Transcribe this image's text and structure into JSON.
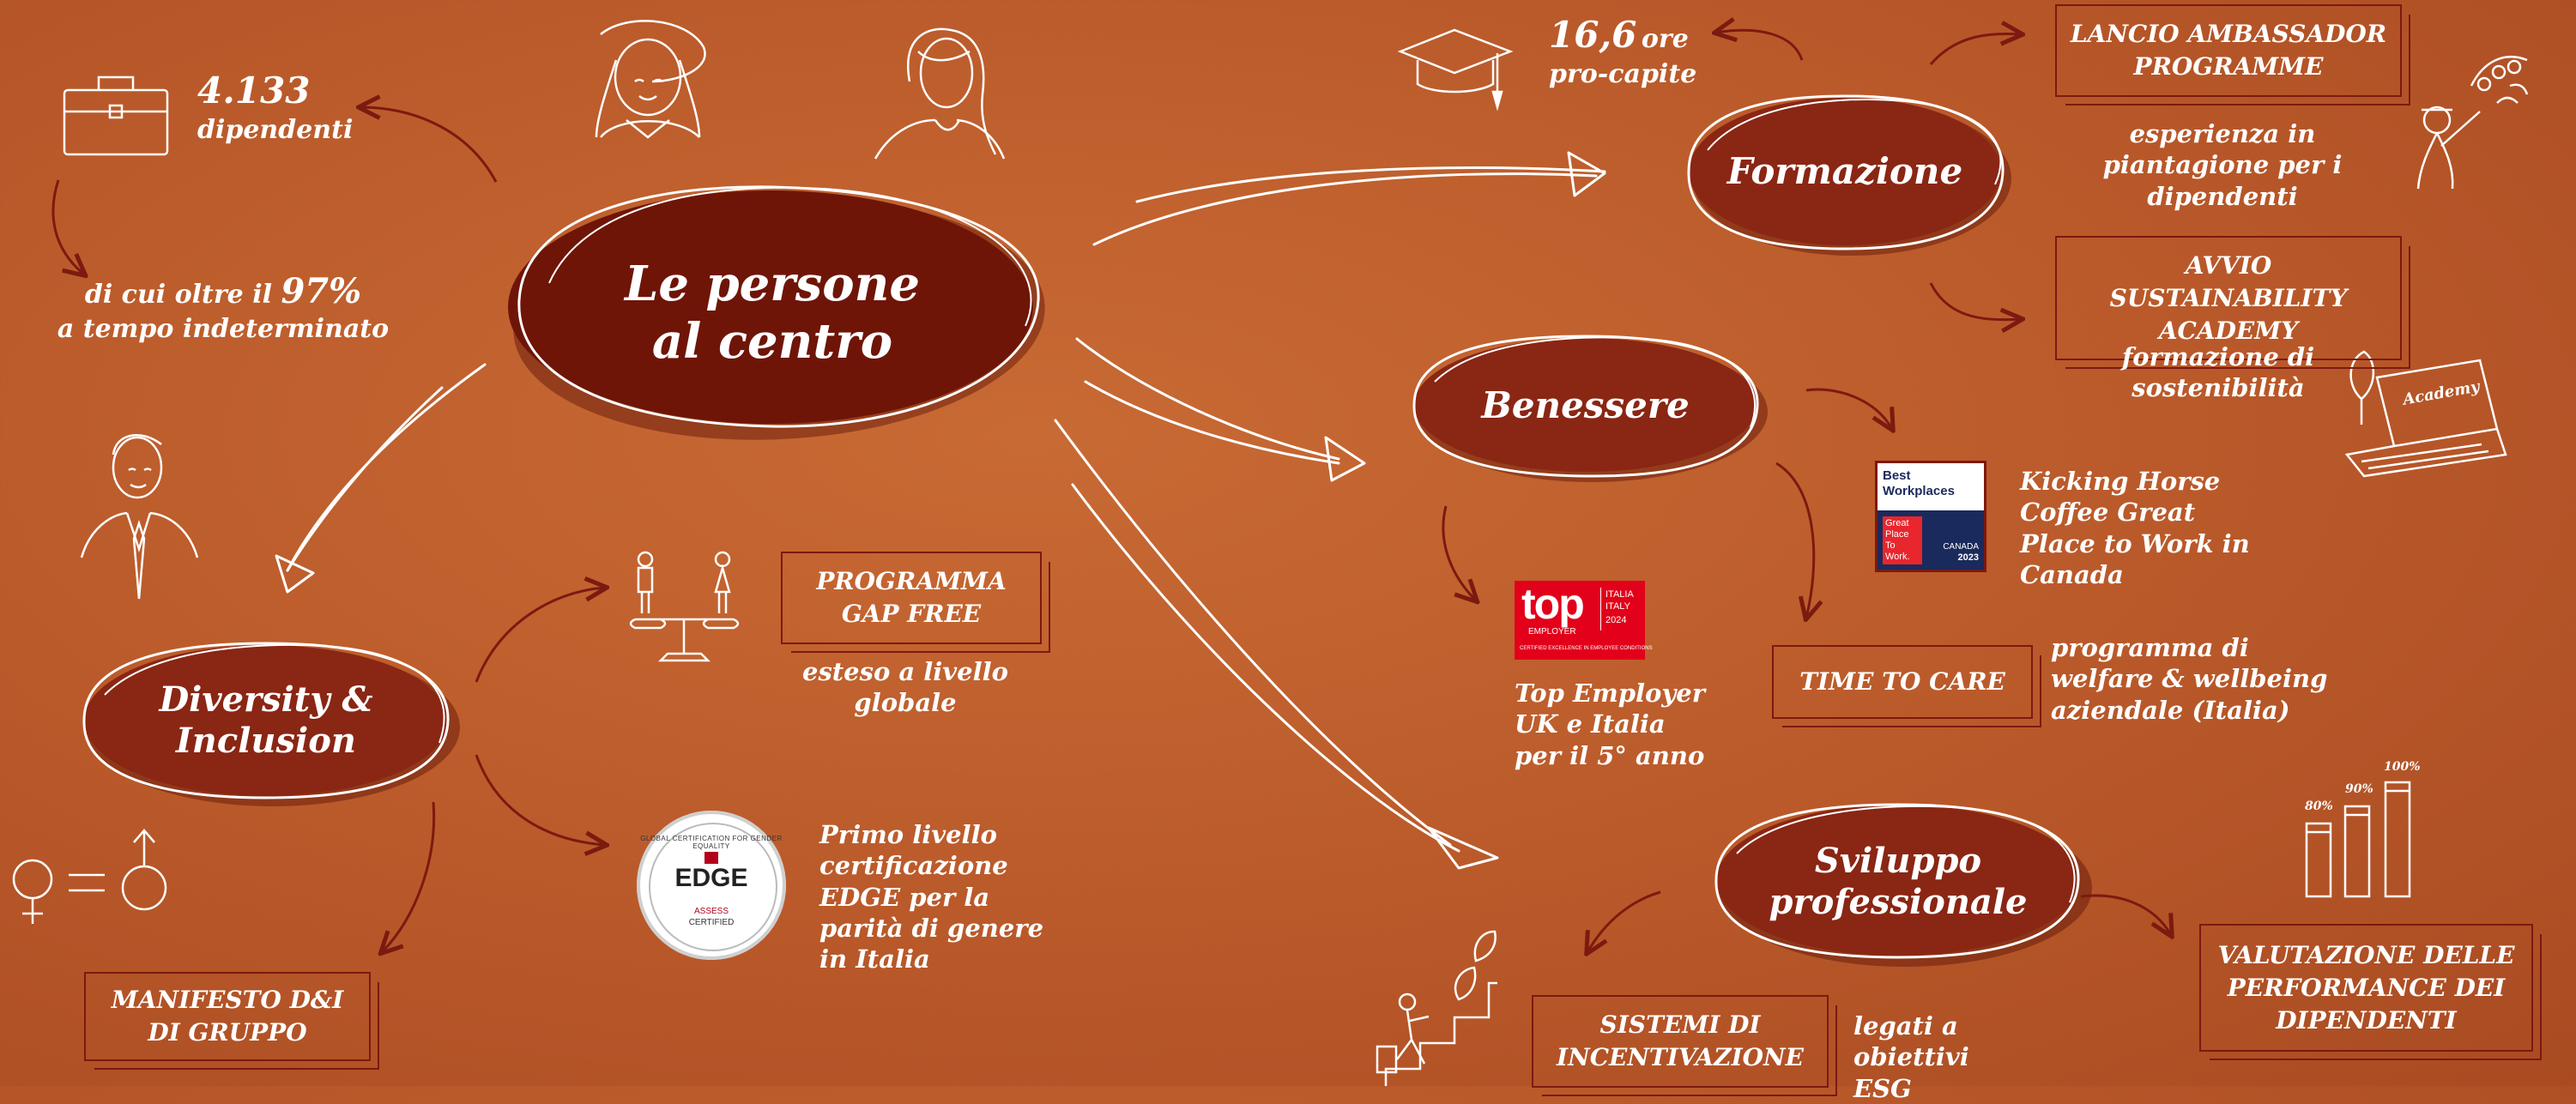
{
  "center": {
    "title": "Le persone al centro"
  },
  "hubs": {
    "formazione": "Formazione",
    "benessere": "Benessere",
    "diversity": "Diversity & Inclusion",
    "sviluppo": "Sviluppo professionale"
  },
  "stats": {
    "employees_num": "4.133",
    "employees_label": "dipendenti",
    "permanent_prefix": "di cui oltre il",
    "permanent_pct": "97%",
    "permanent_suffix": "a tempo indeterminato",
    "hours_num": "16,6",
    "hours_unit": "ore",
    "hours_label": "pro-capite"
  },
  "formazione": {
    "ambassador_box": "LANCIO AMBASSADOR PROGRAMME",
    "ambassador_desc": "esperienza in piantagione per i dipendenti",
    "academy_box": "AVVIO SUSTAINABILITY ACADEMY",
    "academy_desc": "formazione di sostenibilità",
    "laptop_word": "Academy"
  },
  "benessere": {
    "bw_logo": {
      "line1": "Best",
      "line2": "Workplaces",
      "gp1": "Great",
      "gp2": "Place",
      "gp3": "To",
      "gp4": "Work.",
      "country": "CANADA",
      "year": "2023"
    },
    "kicking_horse": "Kicking Horse Coffee Great Place to Work in Canada",
    "top_logo": {
      "brand": "top",
      "sub": "EMPLOYER",
      "country1": "ITALIA",
      "country2": "ITALY",
      "year": "2024",
      "tagline": "CERTIFIED EXCELLENCE IN EMPLOYEE CONDITIONS"
    },
    "top_employer": "Top Employer UK e Italia per il 5° anno",
    "time_to_care_box": "TIME TO CARE",
    "time_to_care_desc": "programma di welfare & wellbeing aziendale (Italia)"
  },
  "diversity": {
    "gap_free_box": "PROGRAMMA GAP FREE",
    "gap_free_desc": "esteso a livello globale",
    "edge_logo": {
      "ring": "GLOBAL CERTIFICATION FOR GENDER EQUALITY",
      "brand": "EDGE",
      "level1": "ASSESS",
      "level2": "CERTIFIED"
    },
    "edge_desc": "Primo livello certificazione EDGE per la parità di genere in Italia",
    "manifesto_box": "MANIFESTO D&I DI GRUPPO"
  },
  "sviluppo": {
    "incentive_box": "SISTEMI DI INCENTIVAZIONE",
    "incentive_desc": "legati a obiettivi ESG",
    "performance_box": "VALUTAZIONE DELLE PERFORMANCE DEI DIPENDENTI",
    "chart_labels": [
      "80%",
      "90%",
      "100%"
    ]
  },
  "colors": {
    "background": "#b9592a",
    "oval_fill": "#8a2614",
    "center_fill": "#6e1508",
    "box_border": "#7b1a10",
    "text": "#ffffff"
  }
}
